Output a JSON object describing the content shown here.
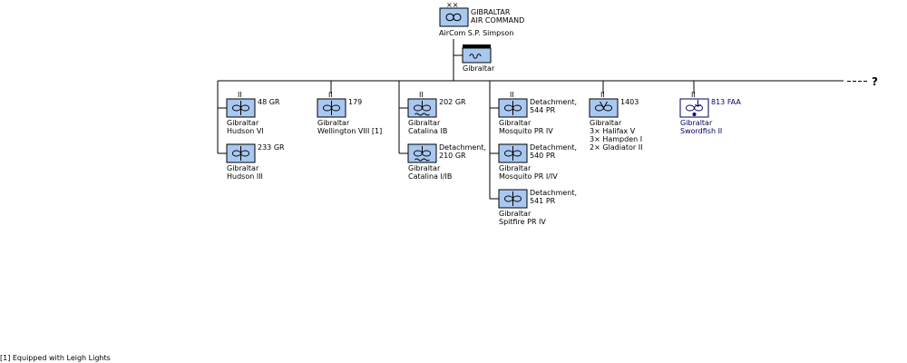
{
  "colors": {
    "symbol_fill": "#a8c8f0",
    "naval_fill": "#ffffff",
    "naval_text": "#000066",
    "line": "#000000"
  },
  "hq": {
    "echelon": "××",
    "name_line1": "GIBRALTAR",
    "name_line2": "AIR COMMAND",
    "commander": "AirCom  S.P. Simpson"
  },
  "station": {
    "label": "Gibraltar"
  },
  "continuation": "?",
  "footnote": "[1] Equipped with Leigh Lights",
  "units": [
    {
      "id": "48gr",
      "echelon": "II",
      "designation": "48 GR",
      "base": "Gibraltar",
      "aircraft": [
        "Hudson VI"
      ],
      "naval": false,
      "variant": "recon"
    },
    {
      "id": "233gr",
      "echelon": "",
      "designation": "233 GR",
      "base": "Gibraltar",
      "aircraft": [
        "Hudson III"
      ],
      "naval": false,
      "variant": "recon"
    },
    {
      "id": "179",
      "echelon": "II",
      "designation": "179",
      "base": "Gibraltar",
      "aircraft": [
        "Wellington VIII [1]"
      ],
      "naval": false,
      "variant": "recon"
    },
    {
      "id": "202gr",
      "echelon": "II",
      "designation": "202 GR",
      "base": "Gibraltar",
      "aircraft": [
        "Catalina IB"
      ],
      "naval": false,
      "variant": "flyingboat"
    },
    {
      "id": "210gr",
      "echelon": "",
      "designation": "Detachment,\n210 GR",
      "base": "Gibraltar",
      "aircraft": [
        "Catalina I/IB"
      ],
      "naval": false,
      "variant": "flyingboat"
    },
    {
      "id": "544pr",
      "echelon": "II",
      "designation": "Detachment,\n544 PR",
      "base": "Gibraltar",
      "aircraft": [
        "Mosquito PR IV"
      ],
      "naval": false,
      "variant": "photo"
    },
    {
      "id": "540pr",
      "echelon": "",
      "designation": "Detachment,\n540 PR",
      "base": "Gibraltar",
      "aircraft": [
        "Mosquito PR I/IV"
      ],
      "naval": false,
      "variant": "photo"
    },
    {
      "id": "541pr",
      "echelon": "",
      "designation": "Detachment,\n541 PR",
      "base": "Gibraltar",
      "aircraft": [
        "Spitfire PR IV"
      ],
      "naval": false,
      "variant": "photo"
    },
    {
      "id": "1403",
      "echelon": "II",
      "designation": "1403",
      "base": "Gibraltar",
      "aircraft": [
        "3× Halifax V",
        "3× Hampden I",
        "2× Gladiator II"
      ],
      "naval": false,
      "variant": "weather"
    },
    {
      "id": "813faa",
      "echelon": "II",
      "designation": "813 FAA",
      "base": "Gibraltar",
      "aircraft": [
        "Swordfish II"
      ],
      "naval": true,
      "variant": "naval"
    }
  ]
}
